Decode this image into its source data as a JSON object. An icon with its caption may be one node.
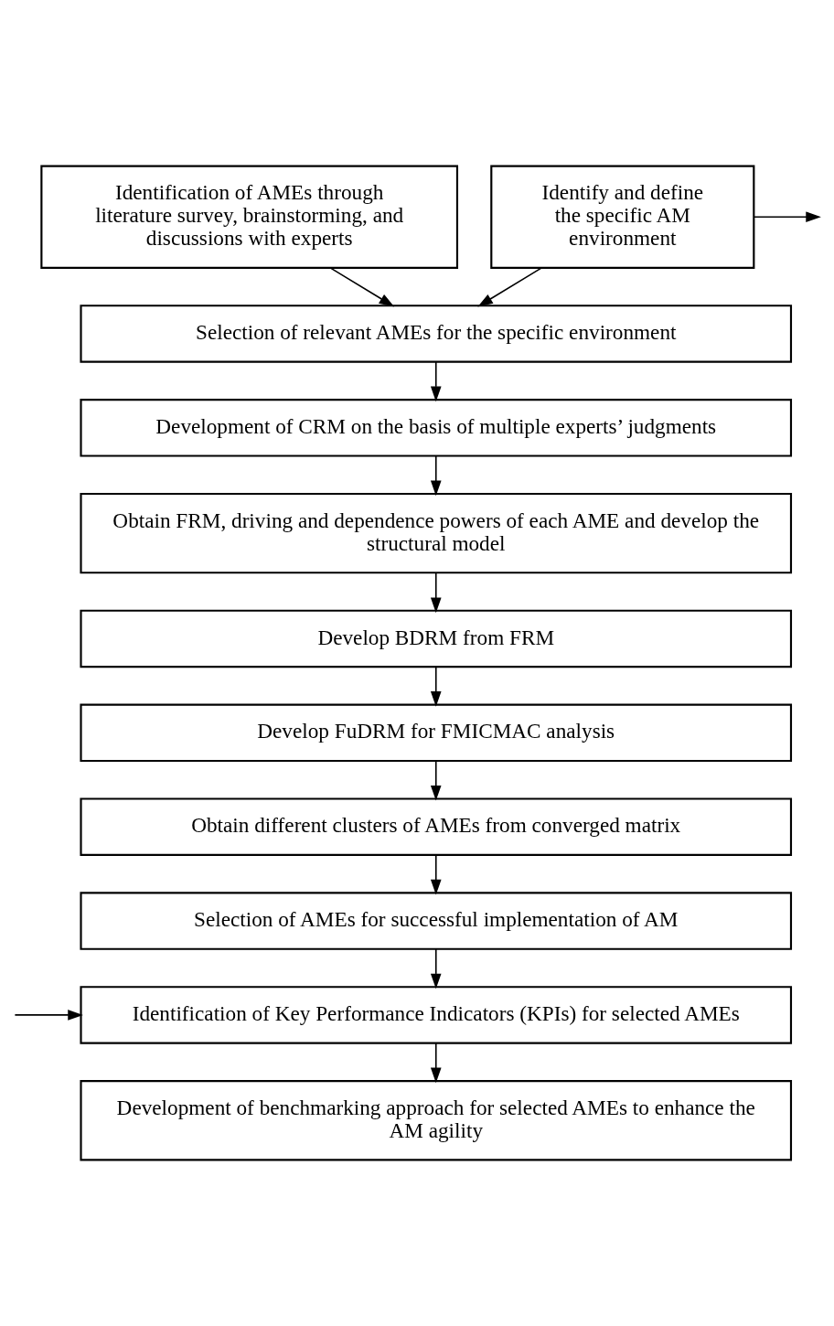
{
  "diagram": {
    "nodes": [
      {
        "text": [
          "Identification of AMEs through literature survey, brainstorming, and discussions with experts"
        ]
      },
      {
        "text": [
          "Identify and define the specific AM environment"
        ]
      },
      {
        "text": [
          "Selection of relevant AMEs for the specific environment"
        ]
      },
      {
        "text": [
          "Development of CRM on the basis of multiple experts’ judgments"
        ]
      },
      {
        "text": [
          "Obtain FRM, driving and dependence powers of each AME and develop the structural model"
        ]
      },
      {
        "text": [
          "Develop BDRM from FRM"
        ]
      },
      {
        "text": [
          "Develop FuDRM for FMICMAC analysis"
        ]
      },
      {
        "text": [
          "Obtain different clusters of AMEs from converged matrix"
        ]
      },
      {
        "text": [
          "Selection of AMEs for successful implementation of AM"
        ]
      },
      {
        "text": [
          "Identification of Key Performance Indicators (KPIs) for selected AMEs"
        ]
      },
      {
        "text": [
          "Development of benchmarking approach for selected AMEs to enhance the AM agility"
        ]
      }
    ],
    "edges": [
      {
        "from": 0,
        "to": 2,
        "arrow": "to"
      },
      {
        "from": 1,
        "to": 2,
        "arrow": "to"
      },
      {
        "from": 1,
        "to": null,
        "arrow": "to"
      },
      {
        "from": 2,
        "to": 3,
        "arrow": "to"
      },
      {
        "from": 3,
        "to": 4,
        "arrow": "to"
      },
      {
        "from": 4,
        "to": 5,
        "arrow": "to"
      },
      {
        "from": 5,
        "to": 6,
        "arrow": "to"
      },
      {
        "from": 6,
        "to": 7,
        "arrow": "to"
      },
      {
        "from": 7,
        "to": 8,
        "arrow": "to"
      },
      {
        "from": 8,
        "to": 9,
        "arrow": "to"
      },
      {
        "from": null,
        "to": 9,
        "arrow": "to"
      },
      {
        "from": 9,
        "to": 10,
        "arrow": "to"
      }
    ]
  }
}
